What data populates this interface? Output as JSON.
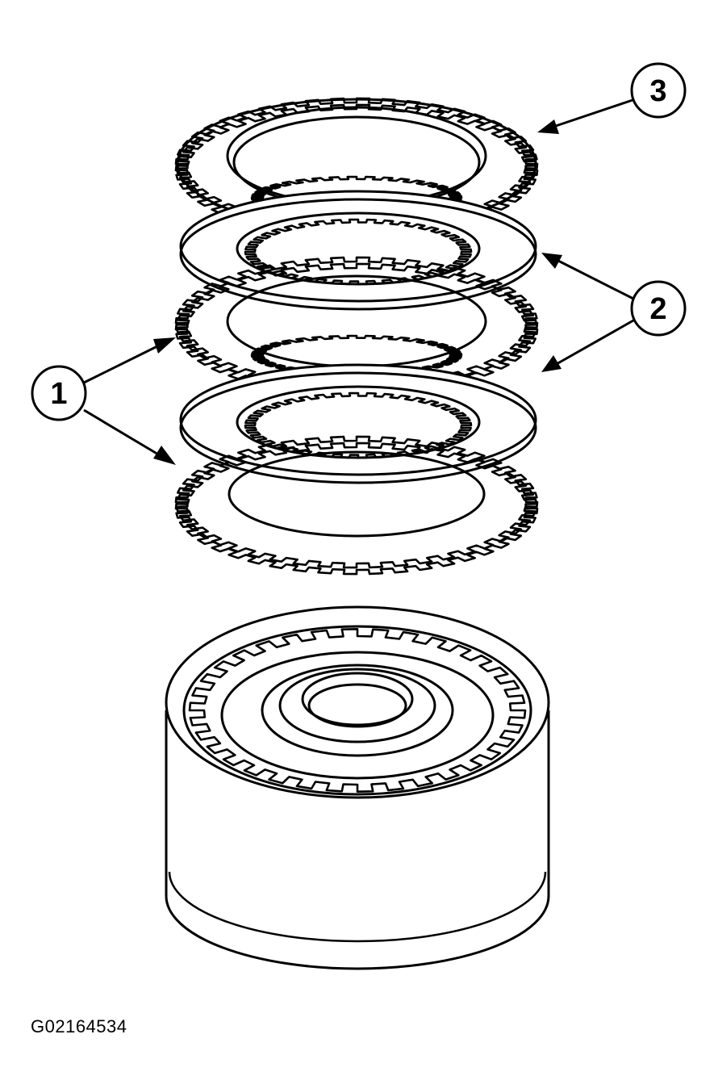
{
  "figure_id": "G02164534",
  "callouts": [
    {
      "number": "1"
    },
    {
      "number": "2"
    },
    {
      "number": "3"
    }
  ],
  "colors": {
    "line": "#000000",
    "background": "#ffffff"
  }
}
